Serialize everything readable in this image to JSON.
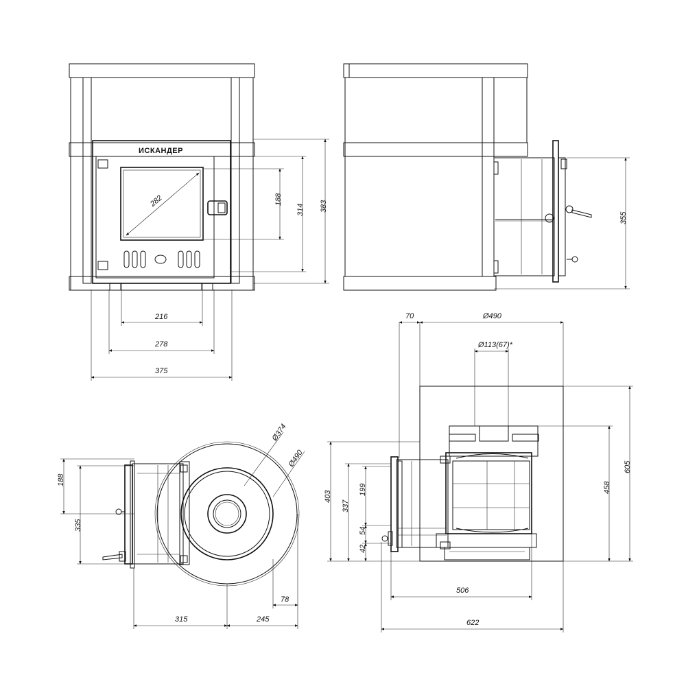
{
  "brand_label": "ИСКАНДЕР",
  "front_view": {
    "diag_282": "282",
    "d_188": "188",
    "d_314": "314",
    "d_383": "383",
    "d_216": "216",
    "d_278": "278",
    "d_375": "375"
  },
  "side_view": {
    "d_355": "355"
  },
  "top_view": {
    "d_374": "Ø374",
    "d_490": "Ø490",
    "d_188": "188",
    "d_335": "335",
    "d_78": "78",
    "d_315": "315",
    "d_245": "245"
  },
  "section_view": {
    "d_70": "70",
    "d_490": "Ø490",
    "d_pipe": "Ø113(67)*",
    "d_403": "403",
    "d_337": "337",
    "d_199": "199",
    "d_54": "54",
    "d_42": "42",
    "d_458": "458",
    "d_605": "605",
    "d_506": "506",
    "d_622": "622"
  },
  "colors": {
    "line": "#111111",
    "mesh": "#2a2a2a",
    "background": "#ffffff"
  }
}
